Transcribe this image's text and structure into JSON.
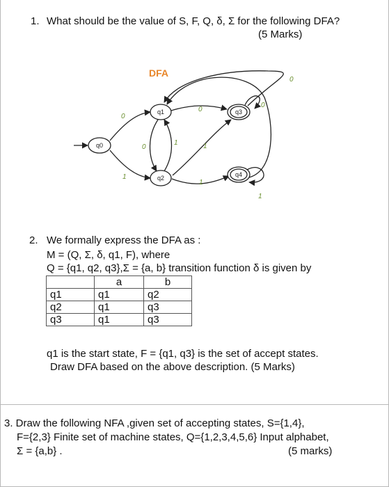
{
  "q1": {
    "number": "1.",
    "text": "What should be the value of S, F, Q, δ, Σ for the following DFA?",
    "marks": "(5 Marks)"
  },
  "dfa": {
    "title": "DFA",
    "states": [
      "q0",
      "q1",
      "q2",
      "q3",
      "q4"
    ],
    "edge_labels": [
      "0",
      "1",
      "0",
      "1",
      "0",
      "1",
      "1",
      "0",
      "0",
      "1"
    ],
    "colors": {
      "title": "#e8862a",
      "label": "#6a8f2f",
      "stroke": "#222222"
    }
  },
  "q2": {
    "number": "2.",
    "line1": "We formally express the DFA as :",
    "line2": "M = (Q, Σ, δ, q1, F), where",
    "line3": "Q = {q1, q2, q3},Σ = {a, b}  transition function δ is given by",
    "table": {
      "headers": [
        "",
        "a",
        "b"
      ],
      "rows": [
        [
          "q1",
          "q1",
          "q2"
        ],
        [
          "q2",
          "q1",
          "q3"
        ],
        [
          "q3",
          "q1",
          "q3"
        ]
      ]
    },
    "line4": "q1 is the start state, F = {q1, q3} is the set of accept states.",
    "line5": "Draw DFA based on the above description. (5 Marks)"
  },
  "q3": {
    "line1": "3. Draw the following NFA ,given set of accepting states, S={1,4},",
    "line2": "F={2,3} Finite set of machine states, Q={1,2,3,4,5,6} Input alphabet,",
    "line3": "Σ = {a,b} .",
    "marks": "(5 marks)"
  }
}
